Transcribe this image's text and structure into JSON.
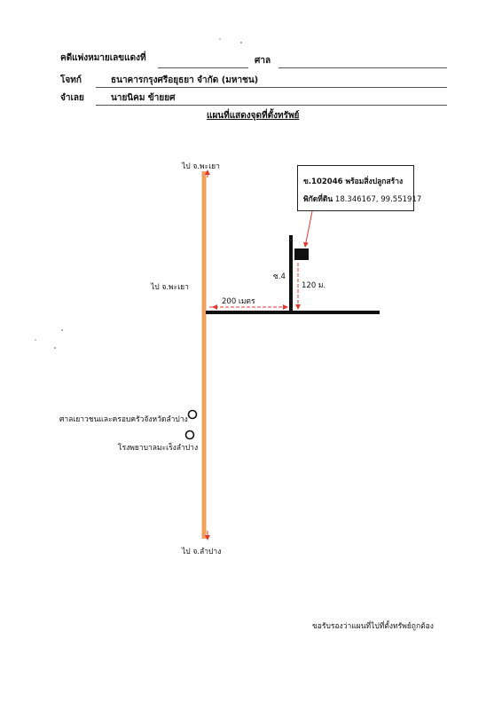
{
  "header": {
    "case_label": "คดีแพ่งหมายเลขแดงที่",
    "court_label": "ศาล",
    "plaintiff_label": "โจทก์",
    "plaintiff_value": "ธนาคารกรุงศรีอยุธยา จำกัด (มหาชน)",
    "defendant_label": "จำเลย",
    "defendant_value": "นายนิคม ข้ายยศ",
    "title": "แผนที่แสดงจุดที่ตั้งทรัพย์"
  },
  "map": {
    "top_road_label": "ไป จ.พะเยา",
    "side_road_label": "ไป จ.พะเยา",
    "bottom_road_label": "ไป จ.ลำปาง",
    "distance_label": "200 เมตร",
    "soi_label": "ซ.4",
    "soi_distance_label": "120 ม.",
    "property_box_line1": "ข.102046 พร้อมสิ่งปลูกสร้าง",
    "property_box_line2_label": "พิกัดที่ดิน",
    "property_box_line2_value": "18.346167, 99.551917",
    "landmark1": "ศาลเยาวชนและครอบครัวจังหวัดลำปาง",
    "landmark2": "โรงพยาบาลมะเร็งลำปาง",
    "road_color": "#f2a15c",
    "arrow_color": "#e03a2f"
  },
  "footer": {
    "certify_text": "ขอรับรองว่าแผนที่ไปที่ตั้งทรัพย์ถูกต้อง"
  }
}
